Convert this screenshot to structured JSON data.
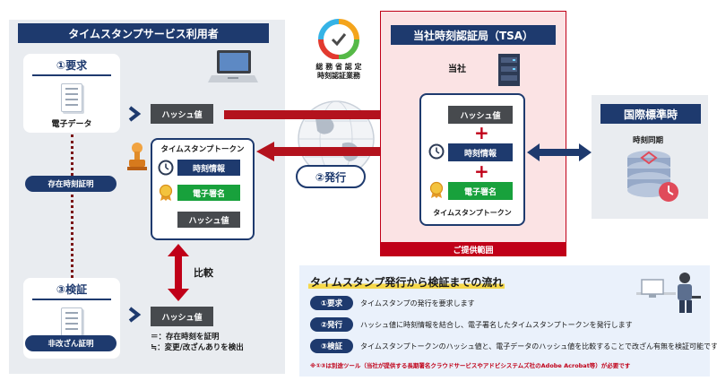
{
  "user_panel": {
    "title": "タイムスタンプサービス利用者",
    "request_title": "①要求",
    "electronic_data": "電子データ",
    "existence_proof": "存在時刻証明",
    "verify_title": "③検証",
    "non_tamper_proof": "非改ざん証明",
    "hash_value_top": "ハッシュ値",
    "hash_value_bottom": "ハッシュ値",
    "compare": "比較",
    "eq_note": "＝：存在時刻を証明",
    "neq_note": "≒：変更/改ざんありを検出"
  },
  "token_card": {
    "title": "タイムスタンプトークン",
    "time_info": "時刻情報",
    "e_signature": "電子署名",
    "hash_value": "ハッシュ値"
  },
  "middle": {
    "issue_label": "②発行",
    "certification_line1": "総 務 省 認 定",
    "certification_line2": "時刻認証業務"
  },
  "tsa_panel": {
    "title": "当社時刻認証局（TSA）",
    "company": "当社",
    "hash_value": "ハッシュ値",
    "time_info": "時刻情報",
    "e_signature": "電子署名",
    "token_label": "タイムスタンプトークン",
    "scope": "ご提供範囲"
  },
  "utc_panel": {
    "title": "国際標準時",
    "sync": "時刻同期"
  },
  "flow": {
    "title": "タイムスタンプ発行から検証までの流れ",
    "steps": [
      {
        "tag": "①要求",
        "text": "タイムスタンプの発行を要求します"
      },
      {
        "tag": "②発行",
        "text": "ハッシュ値に時刻情報を結合し、電子署名したタイムスタンプトークンを発行します"
      },
      {
        "tag": "③検証",
        "text": "タイムスタンプトークンのハッシュ値と、電子データのハッシュ値を比較することで改ざん有無を検証可能です"
      }
    ],
    "footnote": "※①③は別途ツール（当社が提供する長期署名クラウドサービスやアドビシステムズ社のAdobe Acrobat等）が必要です"
  },
  "colors": {
    "navy": "#1e3a6e",
    "red": "#c00018",
    "green": "#18a13c",
    "gray_button": "#474a4e",
    "tsa_bg": "#fbe3e4",
    "flow_bg": "#eaf1fb"
  }
}
